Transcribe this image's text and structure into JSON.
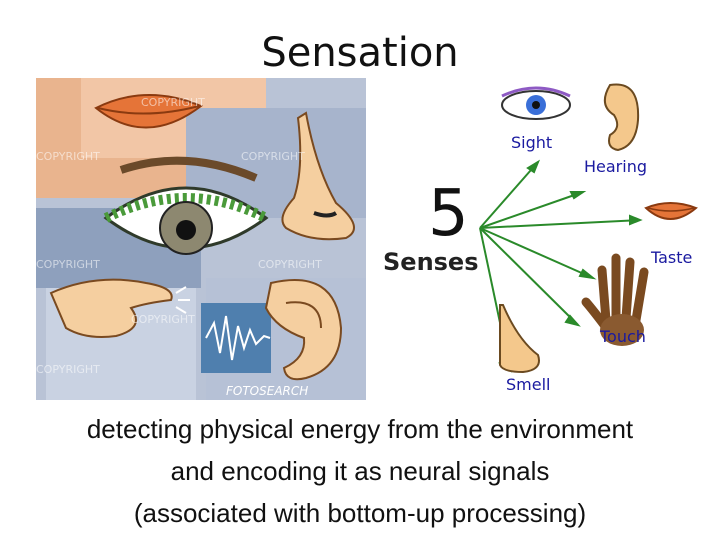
{
  "slide": {
    "title": "Sensation",
    "caption_lines": [
      "detecting physical energy from the environment",
      "and encoding it as neural signals",
      "(associated with bottom-up processing)"
    ]
  },
  "collage": {
    "watermark": "COPYRIGHT",
    "brand": "FOTOSEARCH"
  },
  "diagram": {
    "number": "5",
    "word": "Senses",
    "senses": [
      "Sight",
      "Hearing",
      "Taste",
      "Touch",
      "Smell"
    ],
    "arrow_color": "#2a8a2a",
    "label_color": "#1a1aa0"
  }
}
